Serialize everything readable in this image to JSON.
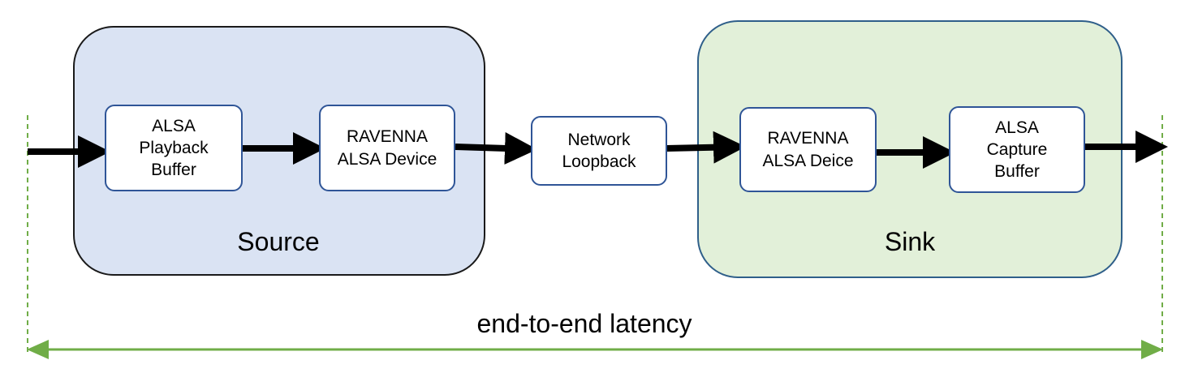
{
  "groups": {
    "source": {
      "label": "Source"
    },
    "sink": {
      "label": "Sink"
    }
  },
  "blocks": {
    "alsa_playback": {
      "lines": [
        "ALSA",
        "Playback",
        "Buffer"
      ]
    },
    "ravenna_src": {
      "lines": [
        "RAVENNA",
        "ALSA Device"
      ]
    },
    "network": {
      "lines": [
        "Network",
        "Loopback"
      ]
    },
    "ravenna_sink": {
      "lines": [
        "RAVENNA",
        "ALSA Deice"
      ]
    },
    "alsa_capture": {
      "lines": [
        "ALSA",
        "Capture",
        "Buffer"
      ]
    }
  },
  "latency": {
    "label": "end-to-end latency"
  },
  "colors": {
    "source_fill": "#dae3f3",
    "sink_fill": "#e2f0d9",
    "block_border": "#2f5597",
    "latency_green": "#70ad47",
    "arrow": "#000000"
  }
}
